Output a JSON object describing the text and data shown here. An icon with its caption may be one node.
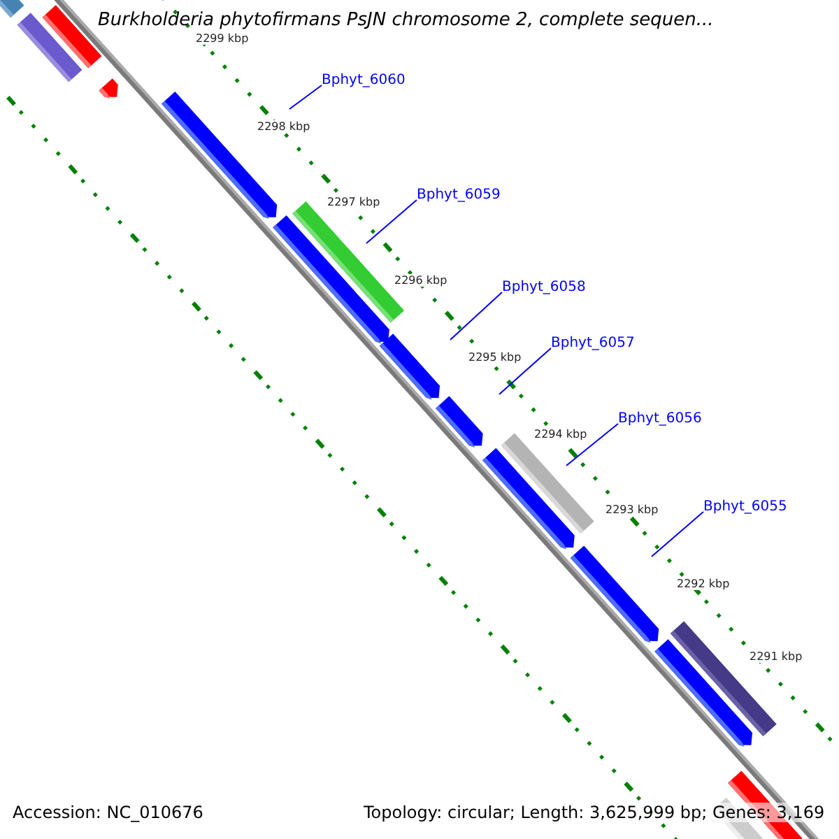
{
  "diagram": {
    "title": "Burkholderia phytofirmans PsJN chromosome 2, complete sequen...",
    "nodes": [
      {
        "text": [
          "Bphyt_6060"
        ]
      },
      {
        "text": [
          "Bphyt_6059"
        ]
      },
      {
        "text": [
          "Bphyt_6058"
        ]
      },
      {
        "text": [
          "Bphyt_6057"
        ]
      },
      {
        "text": [
          "Bphyt_6056"
        ]
      },
      {
        "text": [
          "Bphyt_6055"
        ]
      }
    ],
    "edges": [
      {
        "from": 0,
        "to": null,
        "arrow": "none"
      },
      {
        "from": 1,
        "to": null,
        "arrow": "none"
      },
      {
        "from": 2,
        "to": null,
        "arrow": "none"
      },
      {
        "from": 3,
        "to": null,
        "arrow": "none"
      },
      {
        "from": 4,
        "to": null,
        "arrow": "none"
      },
      {
        "from": 5,
        "to": null,
        "arrow": "none"
      }
    ],
    "labels": [
      "2299 kbp",
      "2298 kbp",
      "2297 kbp",
      "2296 kbp",
      "2295 kbp",
      "2294 kbp",
      "2293 kbp",
      "2292 kbp",
      "2291 kbp",
      "Accession: NC_010676",
      "Topology: circular; Length: 3,625,999 bp; Genes: 3,169"
    ]
  }
}
